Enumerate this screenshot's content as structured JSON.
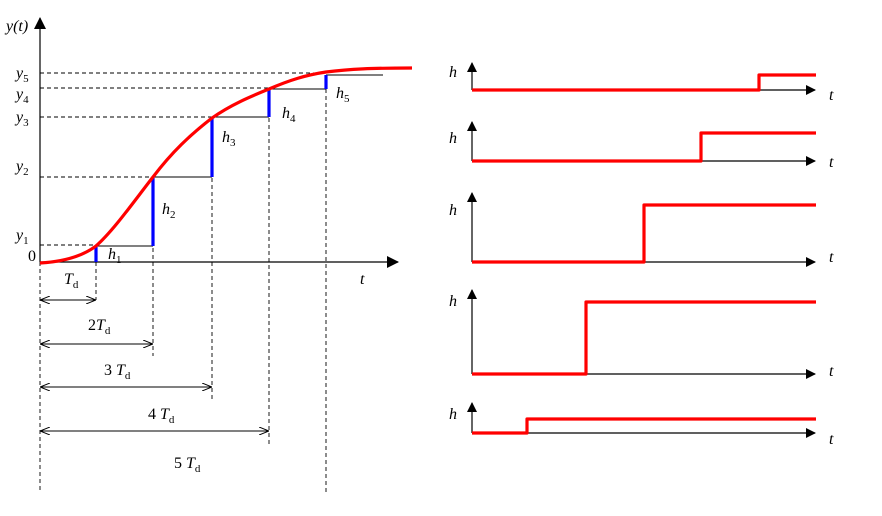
{
  "left": {
    "y_axis_label": "y(t)",
    "x_axis_label": "t",
    "origin_label": "0",
    "y_levels": [
      {
        "base": "y",
        "sub": "1"
      },
      {
        "base": "y",
        "sub": "2"
      },
      {
        "base": "y",
        "sub": "3"
      },
      {
        "base": "y",
        "sub": "4"
      },
      {
        "base": "y",
        "sub": "5"
      }
    ],
    "steps": [
      {
        "base": "h",
        "sub": "1"
      },
      {
        "base": "h",
        "sub": "2"
      },
      {
        "base": "h",
        "sub": "3"
      },
      {
        "base": "h",
        "sub": "4"
      },
      {
        "base": "h",
        "sub": "5"
      }
    ],
    "intervals": [
      {
        "coef": "",
        "T": "T",
        "sub": "d"
      },
      {
        "coef": "2",
        "T": "T",
        "sub": "d"
      },
      {
        "coef": "3 ",
        "T": "T",
        "sub": "d"
      },
      {
        "coef": "4 ",
        "T": "T",
        "sub": "d"
      },
      {
        "coef": "5 ",
        "T": "T",
        "sub": "d"
      }
    ],
    "colors": {
      "response": "#ff0000",
      "steps": "#0000ff",
      "axes": "#000000"
    }
  },
  "right": {
    "panels": [
      {
        "y_label": "h",
        "x_label": "t"
      },
      {
        "y_label": "h",
        "x_label": "t"
      },
      {
        "y_label": "h",
        "x_label": "t"
      },
      {
        "y_label": "h",
        "x_label": "t"
      },
      {
        "y_label": "h",
        "x_label": "t"
      }
    ],
    "colors": {
      "signal": "#ff0000",
      "axes": "#000000"
    }
  }
}
